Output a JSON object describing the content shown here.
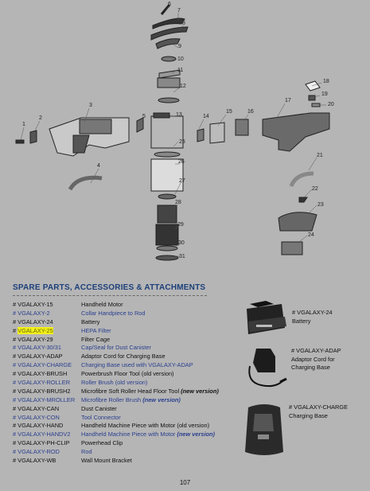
{
  "diagram": {
    "callouts": [
      "1",
      "2",
      "3",
      "4",
      "5",
      "6",
      "7",
      "8",
      "9",
      "10",
      "11",
      "12",
      "13",
      "14",
      "15",
      "16",
      "17",
      "18",
      "19",
      "20",
      "21",
      "22",
      "23",
      "24",
      "25",
      "26",
      "27",
      "28",
      "29",
      "30",
      "31"
    ]
  },
  "section_title": "SPARE PARTS, ACCESSORIES & ATTACHMENTS",
  "parts": [
    {
      "sku": "# VGALAXY-15",
      "desc": "Handheld Motor",
      "link": false
    },
    {
      "sku": "# VGALAXY-2",
      "desc": "Collar Handpiece to Rod",
      "link": true
    },
    {
      "sku": "# VGALAXY-24",
      "desc": "Battery",
      "link": false
    },
    {
      "sku_prefix": "# ",
      "sku_hl": "VGALAXY-25",
      "desc": "HEPA Filter",
      "link": true,
      "highlight": true
    },
    {
      "sku": "# VGALAXY-29",
      "desc": "Filter Cage",
      "link": false
    },
    {
      "sku": "# VGALAXY-30/31",
      "desc": "Cap/Seal for Dust Canister",
      "link": true
    },
    {
      "sku": "# VGALAXY-ADAP",
      "desc": "Adaptor Cord for Charging Base",
      "link": false
    },
    {
      "sku": "# VGALAXY-CHARGE",
      "desc": "Charging Base used with VGALAXY-ADAP",
      "link": true
    },
    {
      "sku": "# VGALAXY-BRUSH",
      "desc": "Powerbrush Floor Tool (old version)",
      "link": false
    },
    {
      "sku": "# VGALAXY-ROLLER",
      "desc": "Roller Brush (old version)",
      "link": true
    },
    {
      "sku": "# VGALAXY-BRUSH2",
      "desc": "Microfibre Soft Roller Head Floor Tool ",
      "ver": "(new version)",
      "link": false
    },
    {
      "sku": "# VGALAXY-MROLLER",
      "desc": "Microfibre Roller Brush ",
      "ver": "(new version)",
      "link": true
    },
    {
      "sku": "# VGALAXY-CAN",
      "desc": "Dust Canister",
      "link": false
    },
    {
      "sku": "# VGALAXY-CON",
      "desc": "Tool Connector",
      "link": true
    },
    {
      "sku": "# VGALAXY-HAND",
      "desc": "Handheld Machine Piece with Motor (old version)",
      "link": false
    },
    {
      "sku": "# VGALAXY-HANDV2",
      "desc": "Handheld Machine Piece with Motor ",
      "ver": "(new version)",
      "link": true
    },
    {
      "sku": "# VGALAXY-PH-CLIP",
      "desc": "Powerhead Clip",
      "link": false
    },
    {
      "sku": "# VGALAXY-ROD",
      "desc": "Rod",
      "link": true
    },
    {
      "sku": "# VGALAXY-WB",
      "desc": "Wall Mount Bracket",
      "link": false
    }
  ],
  "accessories": [
    {
      "title": "# VGALAXY-24",
      "sub": "Battery"
    },
    {
      "title": "# VGALAXY-ADAP",
      "sub": "Adaptor Cord for",
      "sub2": "Charging Base"
    },
    {
      "title": "# VGALAXY-CHARGE",
      "sub": "Charging Base"
    }
  ],
  "page_number": "107"
}
